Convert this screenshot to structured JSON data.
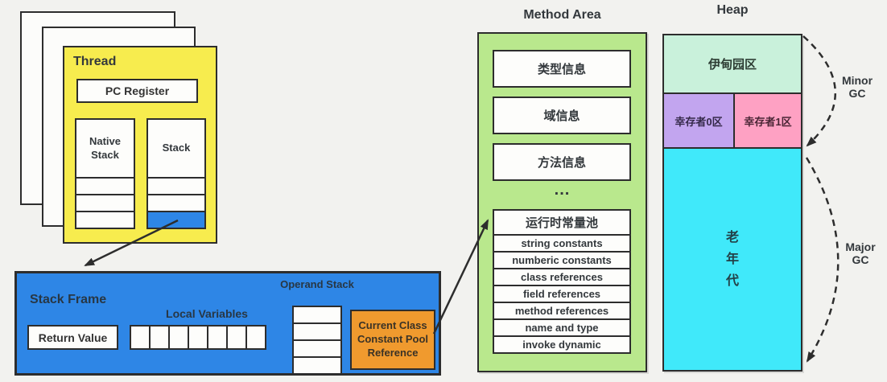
{
  "diagram": {
    "thread": {
      "title": "Thread",
      "pc_register": "PC Register",
      "native_stack": "Native Stack",
      "stack": "Stack"
    },
    "stack_frame": {
      "title": "Stack Frame",
      "return_value": "Return Value",
      "local_variables": "Local Variables",
      "operand_stack": "Operand Stack",
      "constant_pool_reference": "Current Class Constant Pool Reference"
    },
    "method_area": {
      "title": "Method Area",
      "boxes": [
        "类型信息",
        "域信息",
        "方法信息"
      ],
      "ellipsis": "...",
      "runtime_constant_pool": {
        "title": "运行时常量池",
        "items": [
          "string constants",
          "numberic constants",
          "class references",
          "field references",
          "method references",
          "name and type",
          "invoke dynamic"
        ]
      }
    },
    "heap": {
      "title": "Heap",
      "eden": "伊甸园区",
      "survivor0": "幸存者0区",
      "survivor1": "幸存者1区",
      "old_generation": "老年代",
      "minor_gc": "Minor GC",
      "major_gc": "Major GC"
    },
    "colors": {
      "background": "#f2f2ef",
      "border": "#2d2d2d",
      "thread_yellow": "#f7ec4e",
      "stack_frame_blue": "#2e86e6",
      "constant_pool_orange": "#f09a2e",
      "method_area_green": "#b9e88d",
      "eden_mint": "#c9f1db",
      "survivor0_purple": "#c2a5ef",
      "survivor1_pink": "#fea1c3",
      "old_gen_cyan": "#40e9fa"
    }
  }
}
